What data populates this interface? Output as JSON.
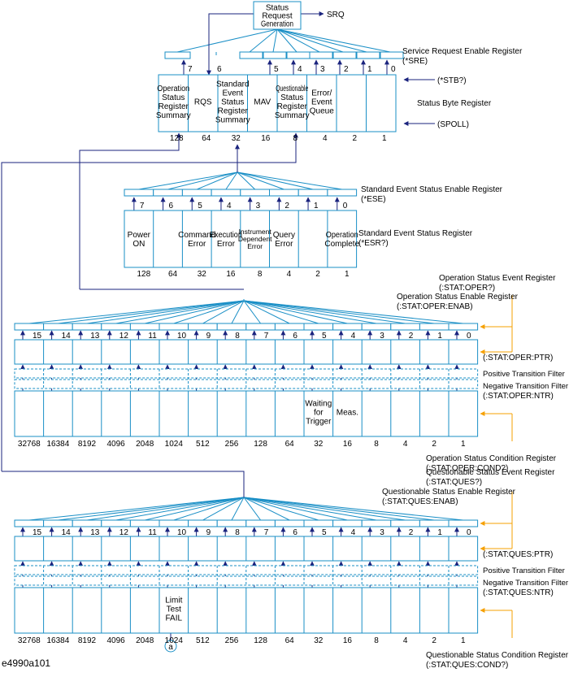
{
  "colors": {
    "line": "#1a8fc6",
    "arrow": "#1a237e",
    "orange": "#f5a000",
    "text": "#000000"
  },
  "srq": {
    "box_lines": [
      "Status",
      "Request",
      "Generation"
    ],
    "label": "SRQ"
  },
  "sre": {
    "name_lines": [
      "Service Request Enable Register",
      "(*SRE)"
    ]
  },
  "stb": {
    "bits": [
      "7",
      "6",
      "5",
      "4",
      "3",
      "2",
      "1",
      "0"
    ],
    "cells": [
      [
        "Operation",
        "Status",
        "Register",
        "Summary"
      ],
      [
        "RQS"
      ],
      [
        "Standard",
        "Event",
        "Status",
        "Register",
        "Summary"
      ],
      [
        "MAV"
      ],
      [
        "Questionable",
        "Status",
        "Register",
        "Summary"
      ],
      [
        "Error/",
        "Event",
        "Queue"
      ],
      [],
      []
    ],
    "weights": [
      "128",
      "64",
      "32",
      "16",
      "8",
      "4",
      "2",
      "1"
    ],
    "name": "Status Byte Register",
    "stb_q": "(*STB?)",
    "spoll": "(SPOLL)"
  },
  "ese": {
    "bits": [
      "7",
      "6",
      "5",
      "4",
      "3",
      "2",
      "1",
      "0"
    ],
    "name_lines": [
      "Standard Event Status Enable Register",
      "(*ESE)"
    ]
  },
  "esr": {
    "cells": [
      [
        "Power",
        "ON"
      ],
      [],
      [
        "Command",
        "Error"
      ],
      [
        "Execution",
        "Error"
      ],
      [
        "Instrument",
        "Dependent",
        "Error"
      ],
      [
        "Query",
        "Error"
      ],
      [],
      [
        "Operation",
        "Complete"
      ]
    ],
    "weights": [
      "128",
      "64",
      "32",
      "16",
      "8",
      "4",
      "2",
      "1"
    ],
    "name_lines": [
      "Standard Event Status Register",
      "(*ESR?)"
    ]
  },
  "oper": {
    "event_lines": [
      "Operation Status Event Register",
      "(:STAT:OPER?)"
    ],
    "enable_lines": [
      "Operation Status Enable Register",
      "(:STAT:OPER:ENAB)"
    ],
    "bits": [
      "15",
      "14",
      "13",
      "12",
      "11",
      "10",
      "9",
      "8",
      "7",
      "6",
      "5",
      "4",
      "3",
      "2",
      "1",
      "0"
    ],
    "ptr": "(:STAT:OPER:PTR)",
    "pos_filter": "Positive Transition Filter",
    "neg_filter": "Negative Transition Filter",
    "ntr": "(:STAT:OPER:NTR)",
    "cond_cells": [
      [],
      [],
      [],
      [],
      [],
      [],
      [],
      [],
      [],
      [],
      [
        "Waiting",
        "for",
        "Trigger"
      ],
      [
        "Meas."
      ],
      [],
      [],
      [],
      []
    ],
    "weights": [
      "32768",
      "16384",
      "8192",
      "4096",
      "2048",
      "1024",
      "512",
      "256",
      "128",
      "64",
      "32",
      "16",
      "8",
      "4",
      "2",
      "1"
    ],
    "cond_lines": [
      "Operation Status Condition Register",
      "(:STAT:OPER:COND?)"
    ]
  },
  "ques": {
    "event_lines": [
      "Questionable Status Event Register",
      "(:STAT:QUES?)"
    ],
    "enable_lines": [
      "Questionable Status Enable Register",
      "(:STAT:QUES:ENAB)"
    ],
    "bits": [
      "15",
      "14",
      "13",
      "12",
      "11",
      "10",
      "9",
      "8",
      "7",
      "6",
      "5",
      "4",
      "3",
      "2",
      "1",
      "0"
    ],
    "ptr": "(:STAT:QUES:PTR)",
    "pos_filter": "Positive Transition Filter",
    "neg_filter": "Negative Transition Filter",
    "ntr": "(:STAT:QUES:NTR)",
    "cond_cells": [
      [],
      [],
      [],
      [],
      [],
      [
        "Limit",
        "Test",
        "FAIL"
      ],
      [],
      [],
      [],
      [],
      [],
      [],
      [],
      [],
      [],
      []
    ],
    "weights": [
      "32768",
      "16384",
      "8192",
      "4096",
      "2048",
      "1024",
      "512",
      "256",
      "128",
      "64",
      "32",
      "16",
      "8",
      "4",
      "2",
      "1"
    ],
    "cond_lines": [
      "Questionable Status Condition Register",
      "(:STAT:QUES:COND?)"
    ]
  },
  "marker": "a",
  "figure_id": "e4990a101"
}
